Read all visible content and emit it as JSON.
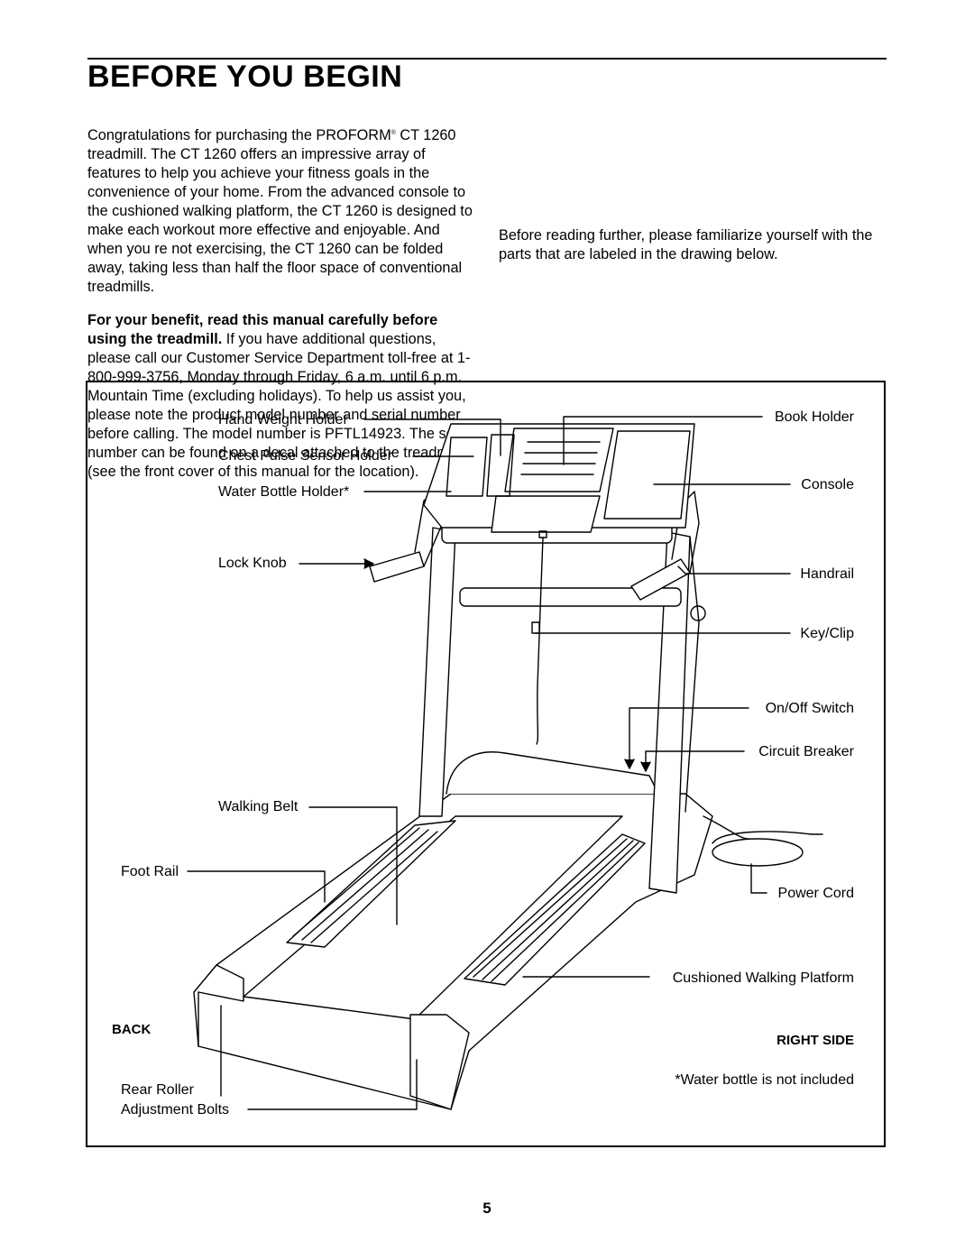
{
  "page": {
    "title": "BEFORE YOU BEGIN",
    "page_number": "5"
  },
  "intro": {
    "p1_start": "Congratulations for purchasing the PROFORM",
    "p1_mark": "®",
    "p1_end": " CT 1260 treadmill. The CT 1260 offers an impressive array of features to help you achieve your fitness goals in the convenience of your home. From the advanced console to the cushioned walking platform, the CT 1260 is designed to make each workout more effective and enjoyable. And when you re not exercising, the CT 1260 can be folded away, taking less than half the floor space of conventional treadmills.",
    "p2_bold": "For your benefit, read this manual carefully before using the treadmill.",
    "p2_rest": " If you have additional questions, please call our Customer Service Department toll-free at 1-800-999-3756, Monday through Friday, 6 a.m. until 6 p.m. Mountain Time (excluding holidays). To help us assist you, please note the product model number and serial number before calling. The model number is PFTL14923. The serial number can be found on a decal attached to the treadmill (see the front cover of this manual for the location).",
    "p3": "Before reading further, please familiarize yourself with the parts that are labeled in the drawing below."
  },
  "diagram": {
    "labels": {
      "hand_weight_holder": "Hand Weight Holder",
      "chest_pulse_sensor_holder": "Chest Pulse Sensor Holder",
      "water_bottle_holder": "Water Bottle Holder*",
      "lock_knob": "Lock Knob",
      "walking_belt": "Walking Belt",
      "foot_rail": "Foot Rail",
      "back": "BACK",
      "rear_roller": "Rear Roller",
      "adjustment_bolts": "Adjustment Bolts",
      "book_holder": "Book Holder",
      "console": "Console",
      "handrail": "Handrail",
      "key_clip": "Key/Clip",
      "on_off_switch": "On/Off Switch",
      "circuit_breaker": "Circuit Breaker",
      "power_cord": "Power Cord",
      "cushioned_walking_platform": "Cushioned Walking Platform",
      "right_side": "RIGHT SIDE"
    },
    "footnote": "*Water bottle is not included"
  }
}
